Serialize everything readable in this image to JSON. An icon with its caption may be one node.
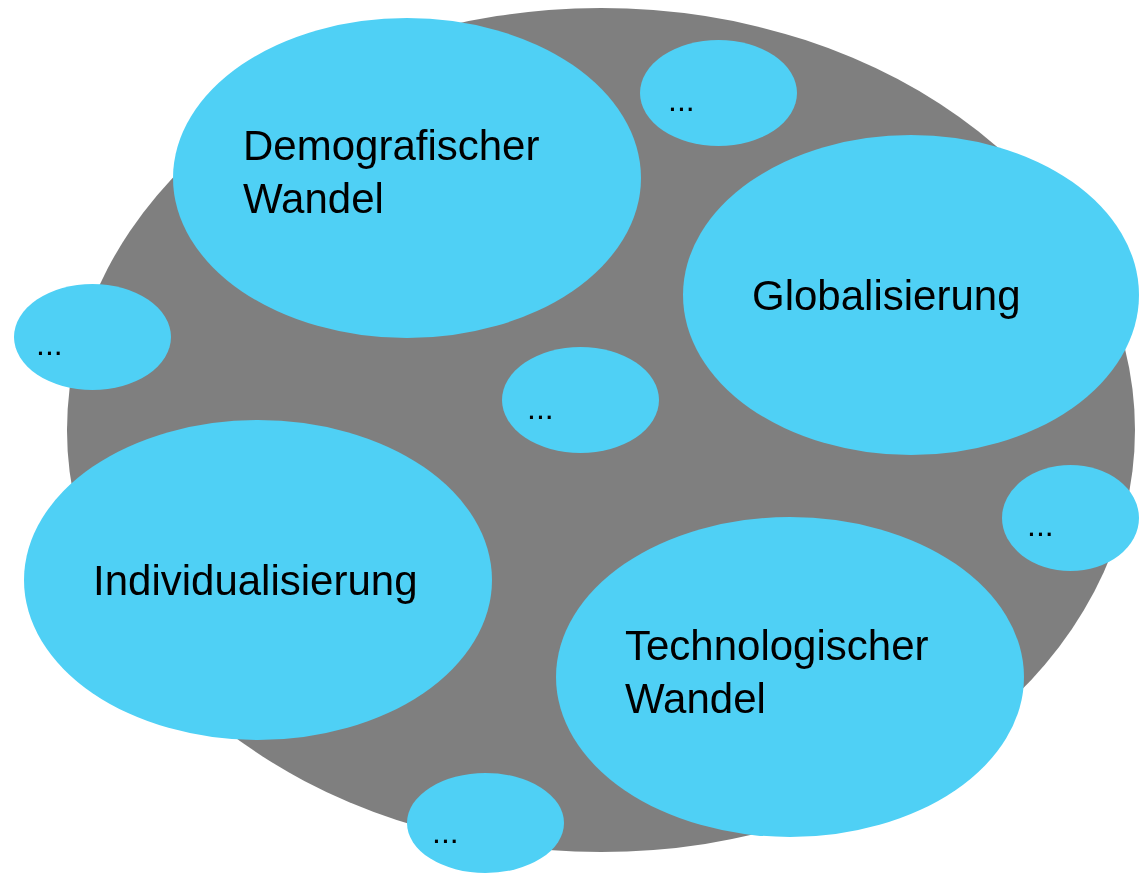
{
  "diagram": {
    "nodes": [
      {
        "text": [
          "Demografischer Wandel"
        ]
      },
      {
        "text": [
          "..."
        ]
      },
      {
        "text": [
          "Globalisierung"
        ]
      },
      {
        "text": [
          "..."
        ]
      },
      {
        "text": [
          "..."
        ]
      },
      {
        "text": [
          "Individualisierung"
        ]
      },
      {
        "text": [
          "..."
        ]
      },
      {
        "text": [
          "Technologischer Wandel"
        ]
      },
      {
        "text": [
          "..."
        ]
      }
    ]
  }
}
